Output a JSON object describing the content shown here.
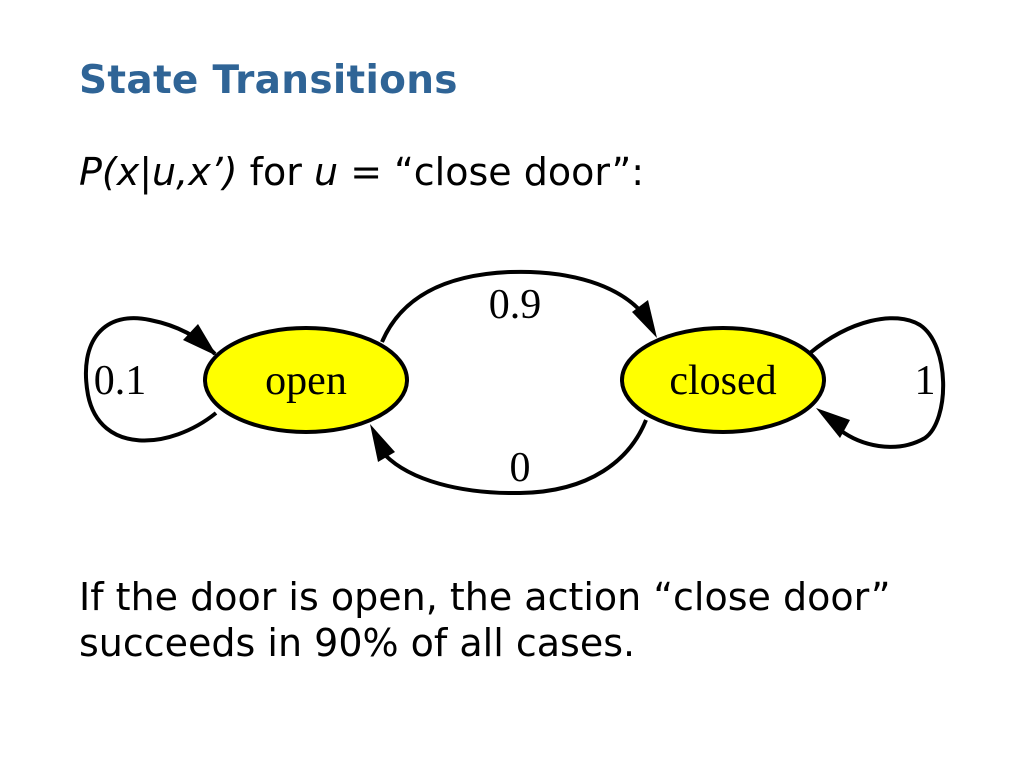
{
  "slide": {
    "title": "State Transitions",
    "formula": {
      "expression": "P(x|u,x’)",
      "connector": " for ",
      "variable": "u",
      "equals_value": " = “close door”:"
    },
    "body_text": "If the door is open, the action “close door” succeeds in 90% of all cases."
  },
  "diagram": {
    "states": [
      {
        "label": "open"
      },
      {
        "label": "closed"
      }
    ],
    "transitions": [
      {
        "from": "open",
        "to": "open",
        "probability": "0.1"
      },
      {
        "from": "open",
        "to": "closed",
        "probability": "0.9"
      },
      {
        "from": "closed",
        "to": "open",
        "probability": "0"
      },
      {
        "from": "closed",
        "to": "closed",
        "probability": "1"
      }
    ],
    "node_fill": "#ffff00"
  },
  "colors": {
    "title": "#2f6496",
    "node_fill": "#ffff00"
  }
}
